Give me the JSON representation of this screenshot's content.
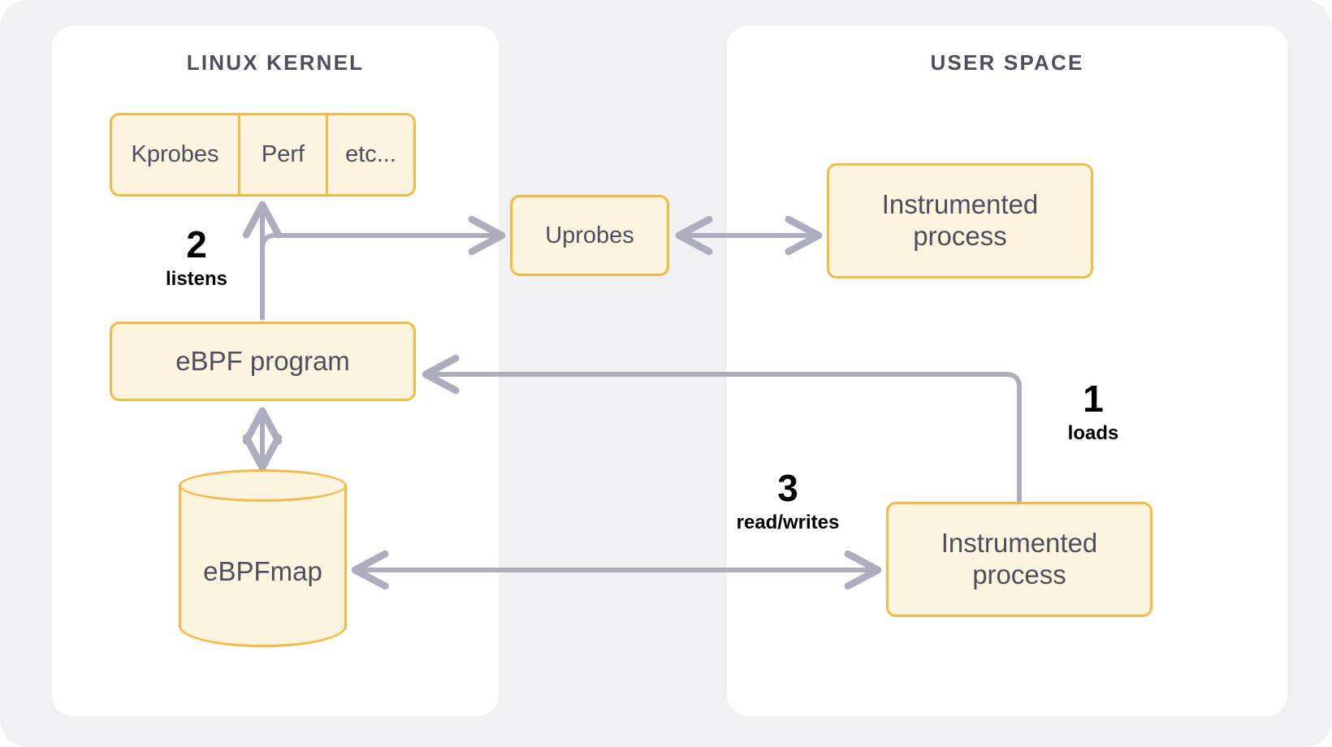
{
  "diagram": {
    "title": "eBPF architecture overview",
    "colors": {
      "page_background": "#ffffff",
      "backdrop": "#f1f1f4",
      "panel": "#ffffff",
      "node_fill": "#fdf4df",
      "node_border": "#f6b847",
      "node_text": "#4e4e5e",
      "arrow": "#adadbd",
      "step_text": "#000000"
    },
    "panels": [
      {
        "id": "kernel",
        "title": "LINUX KERNEL"
      },
      {
        "id": "user",
        "title": "USER SPACE"
      }
    ],
    "probes_strip": {
      "cells": [
        {
          "label": "Kprobes"
        },
        {
          "label": "Perf"
        },
        {
          "label": "etc..."
        }
      ]
    },
    "nodes": {
      "ebpf_program": "eBPF program",
      "ebpf_map_line1": "eBPF",
      "ebpf_map_line2": "map",
      "uprobes": "Uprobes",
      "instrumented_top_line1": "Instrumented",
      "instrumented_top_line2": "process",
      "instrumented_bottom_line1": "Instrumented",
      "instrumented_bottom_line2": "process"
    },
    "steps": [
      {
        "id": "loads",
        "number": "1",
        "caption": "loads"
      },
      {
        "id": "listens",
        "number": "2",
        "caption": "listens"
      },
      {
        "id": "read_writes",
        "number": "3",
        "caption": "read/writes"
      }
    ]
  }
}
